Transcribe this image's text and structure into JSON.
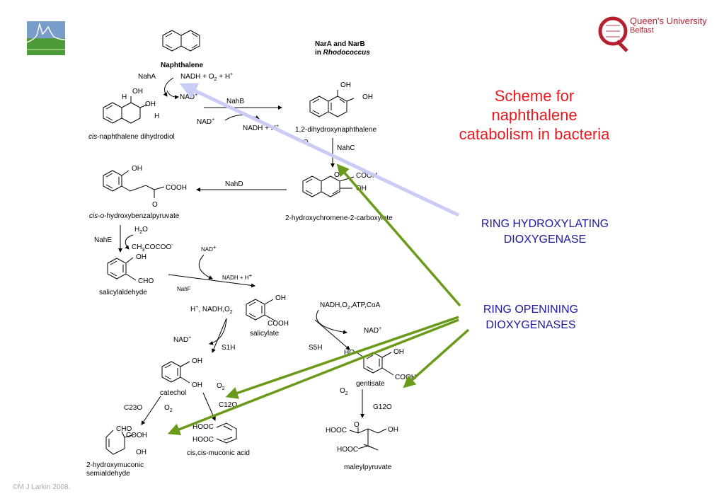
{
  "slide": {
    "title_lines": [
      "Scheme for",
      "naphthalene",
      "catabolism in bacteria"
    ],
    "callout_hydroxylating": [
      "RING HYDROXYLATING",
      "DIOXYGENASE"
    ],
    "callout_opening": [
      "RING OPENINING",
      "DIOXYGENASES"
    ],
    "copyright": "©M J Larkin 2008.",
    "logo_name_1": "Queen's University",
    "logo_name_2": "Belfast",
    "colors": {
      "title": "#e8191e",
      "callout": "#1d1aa0",
      "green_arrow": "#6a9a1a",
      "blue_arrow": "#c9ccf5"
    }
  },
  "pathway": {
    "header_1": "NarA and NarB",
    "header_2_prefix": "in ",
    "header_2_italic": "Rhodococcus",
    "naphthalene": "Naphthalene",
    "nahA": "NahA",
    "nadh_o2_a": "NADH + O",
    "nadh_o2_b": " + H",
    "nad_plus_1": "NAD",
    "dihydrodiol_h": "H",
    "dihydrodiol_oh1": "OH",
    "dihydrodiol_oh2": "OH",
    "dihydrodiol_h2": "H",
    "cis_prefix": "cis",
    "dihydrodiol_name": "-naphthalene dihydrodiol",
    "nahB": "NahB",
    "nad_plus_2": "NAD",
    "nadh_h_2": "NADH + H",
    "dhn_oh1": "OH",
    "dhn_oh2": "OH",
    "dhn_name": "1,2-dihydroxynaphthalene",
    "o2_nahc": "O",
    "nahC": "NahC",
    "chromene_o": "O",
    "chromene_cooh": "COOH",
    "chromene_oh": "OH",
    "chromene_name": "2-hydroxychromene-2-carboxylate",
    "nahD": "NahD",
    "hbp_oh": "OH",
    "hbp_cooh": "COOH",
    "hbp_o": "O",
    "hbp_cis": "cis",
    "hbp_o_italic": "o",
    "hbp_name": "-hydroxybenzalpyruvate",
    "h2o": "H",
    "nahE": "NahE",
    "pyruvate": "CH",
    "sal_ald_oh": "OH",
    "sal_ald_cho": "CHO",
    "sal_ald_name": "salicylaldehyde",
    "nad_plus_3": "NAD",
    "nadh_h_3": "NADH + H",
    "nahF": "NahF",
    "salicylate_oh": "OH",
    "salicylate_cooh": "COOH",
    "salicylate_name": "salicylate",
    "s1h_cofactors": "H",
    "nad_plus_4": "NAD",
    "s1h": "S1H",
    "s5h_cofactors": "NADH,O",
    "nad_plus_5": "NAD",
    "s5h": "S5H",
    "gentisate_ho": "HO",
    "gentisate_oh": "OH",
    "gentisate_cooh": "COOH",
    "gentisate_name": "gentisate",
    "catechol_oh1": "OH",
    "catechol_oh2": "OH",
    "catechol_name": "catechol",
    "o2_c12o": "O",
    "c12o": "C12O",
    "c23o": "C23O",
    "o2_c23o": "O",
    "o2_g12o": "O",
    "g12o": "G12O",
    "hms_cho": "CHO",
    "hms_cooh": "COOH",
    "hms_oh": "OH",
    "hms_name_1": "2-hydroxymuconic",
    "hms_name_2": "semialdehyde",
    "muconic_hooc1": "HOOC",
    "muconic_hooc2": "HOOC",
    "muconic_name": "cis,cis-muconic acid",
    "maleyl_o": "O",
    "maleyl_hooc1": "HOOC",
    "maleyl_oh": "OH",
    "maleyl_hooc2": "HOOC",
    "maleyl_name": "maleylpyruvate"
  }
}
